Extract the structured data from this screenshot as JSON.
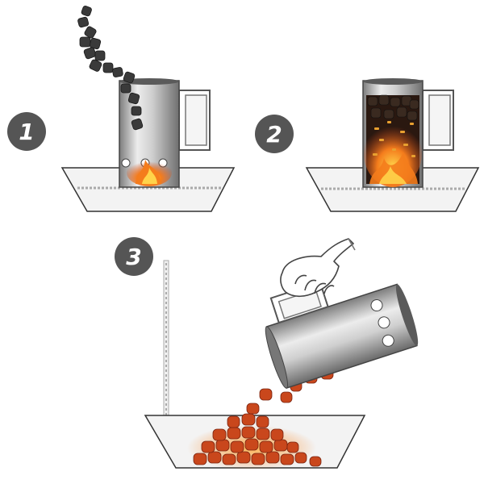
{
  "steps": [
    {
      "label": "1"
    },
    {
      "label": "2"
    },
    {
      "label": "3"
    }
  ],
  "colors": {
    "badge": "#555555",
    "chimney_light": "#e9e9e9",
    "chimney_dark": "#8c8c8c",
    "tray_fill": "#f3f3f3",
    "tray_stroke": "#333333",
    "grate": "#aaaaaa",
    "coal_unlit": "#3a3a3a",
    "coal_lit": "#c9471c",
    "flame": "#f47c1c",
    "ember": "#e8a030"
  },
  "icons": {
    "badge": "numbered-circle-badge",
    "chimney": "charcoal-chimney-starter-icon",
    "tray": "grill-tray-icon",
    "hand": "hand-icon"
  }
}
